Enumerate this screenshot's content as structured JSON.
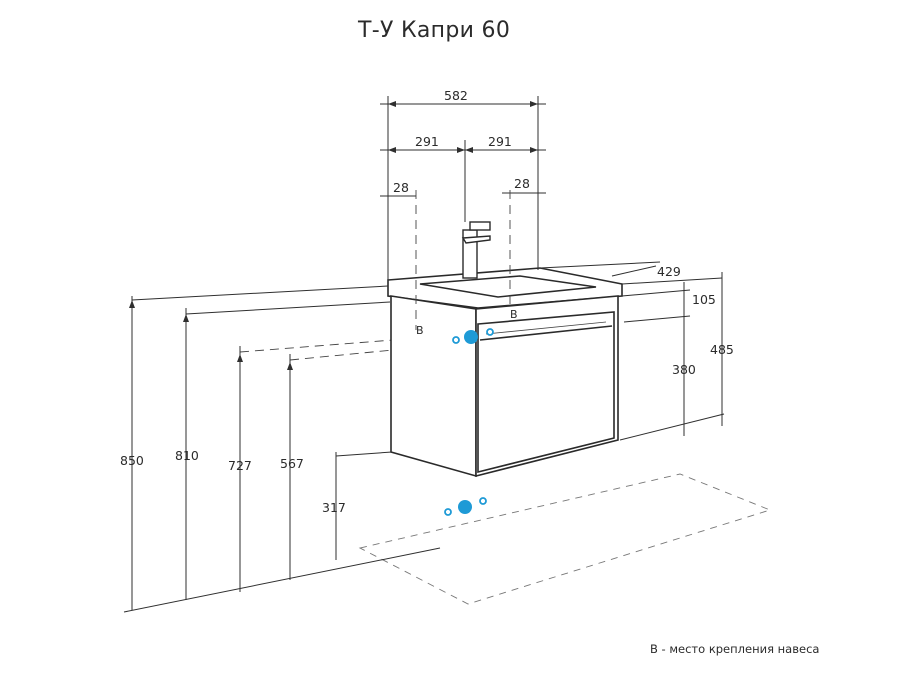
{
  "title": "Т-У Капри 60",
  "legend_note": "В - место крепления навеса",
  "dimensions": {
    "width_total": "582",
    "half_left": "291",
    "half_right": "291",
    "edge_left": "28",
    "edge_right": "28",
    "depth": "429",
    "sink_height": "105",
    "cabinet_height": "380",
    "total_height": "485",
    "floor_to_top": "850",
    "floor_to_cabinet_top": "810",
    "floor_to_mount": "727",
    "floor_to_drain": "567",
    "floor_to_bottom": "317"
  },
  "markers": {
    "left": "В",
    "right": "В"
  },
  "colors": {
    "line": "#2f2f2f",
    "connection": "#1e9ad6"
  }
}
